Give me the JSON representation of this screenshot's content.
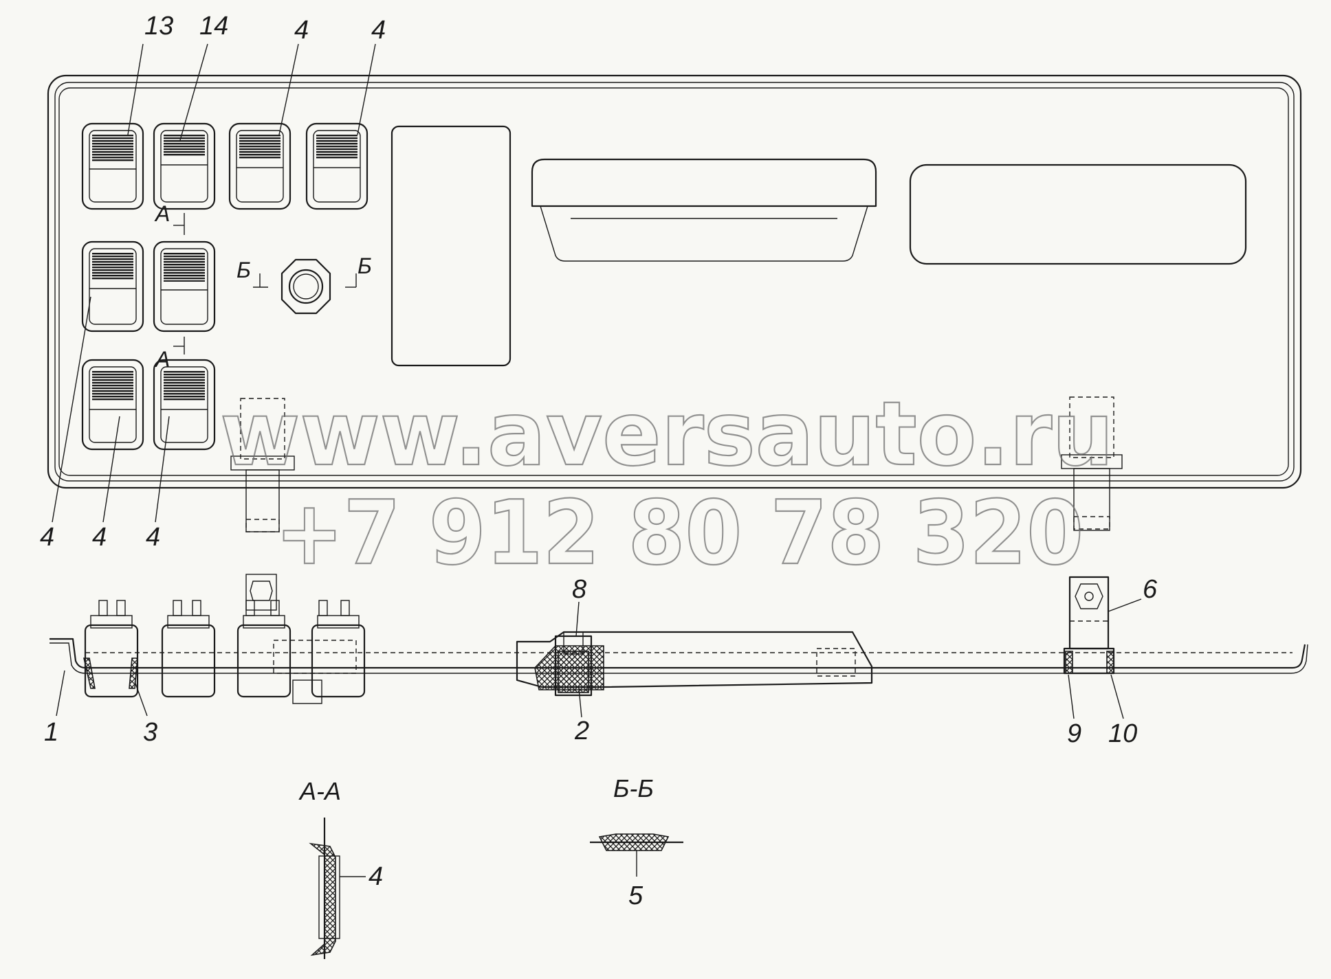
{
  "callouts": {
    "top_13": "13",
    "top_14": "14",
    "top_4a": "4",
    "top_4b": "4",
    "bottom_4a": "4",
    "bottom_4b": "4",
    "bottom_4c": "4",
    "side_1": "1",
    "side_3": "3",
    "side_8": "8",
    "side_2": "2",
    "side_6": "6",
    "side_9": "9",
    "side_10": "10",
    "aa_4": "4",
    "bb_5": "5"
  },
  "section_marks": {
    "a_upper": "А",
    "a_lower": "А",
    "b_left": "Б",
    "b_right": "Б"
  },
  "section_titles": {
    "aa": "А-А",
    "bb": "Б-Б"
  },
  "watermark": {
    "url": "www.aversauto.ru",
    "phone": "+7 912 80 78 320"
  }
}
